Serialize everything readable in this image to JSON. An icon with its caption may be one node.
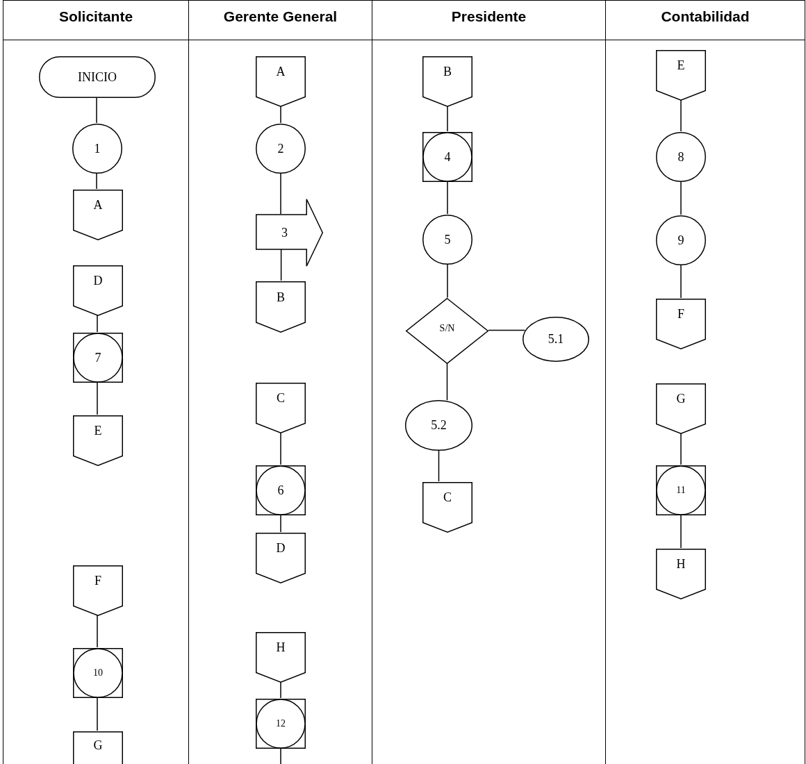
{
  "diagram": {
    "nodes": [
      {
        "text": [
          "Solicitante"
        ]
      },
      {
        "text": [
          "INICIO"
        ],
        "in": 0
      },
      {
        "text": [
          "1"
        ],
        "in": 0
      },
      {
        "text": [
          "A"
        ],
        "in": 0
      },
      {
        "text": [
          "D"
        ],
        "in": 0
      },
      {
        "text": [
          "7"
        ],
        "in": 0
      },
      {
        "text": [
          "E"
        ],
        "in": 0
      },
      {
        "text": [
          "F"
        ],
        "in": 0
      },
      {
        "text": [
          "10"
        ],
        "in": 0
      },
      {
        "text": [
          "G"
        ],
        "in": 0
      },
      {
        "text": [
          "Gerente General"
        ]
      },
      {
        "text": [
          "A"
        ],
        "in": 10
      },
      {
        "text": [
          "2"
        ],
        "in": 10
      },
      {
        "text": [
          "3"
        ],
        "in": 10
      },
      {
        "text": [
          "B"
        ],
        "in": 10
      },
      {
        "text": [
          "C"
        ],
        "in": 10
      },
      {
        "text": [
          "6"
        ],
        "in": 10
      },
      {
        "text": [
          "D"
        ],
        "in": 10
      },
      {
        "text": [
          "H"
        ],
        "in": 10
      },
      {
        "text": [
          "12"
        ],
        "in": 10
      },
      {
        "text": [
          "Presidente"
        ]
      },
      {
        "text": [
          "B"
        ],
        "in": 20
      },
      {
        "text": [
          "4"
        ],
        "in": 20
      },
      {
        "text": [
          "5"
        ],
        "in": 20
      },
      {
        "text": [
          "S/N"
        ],
        "in": 20
      },
      {
        "text": [
          "5.1"
        ],
        "in": 20
      },
      {
        "text": [
          "5.2"
        ],
        "in": 20
      },
      {
        "text": [
          "C"
        ],
        "in": 20
      },
      {
        "text": [
          "Contabilidad"
        ]
      },
      {
        "text": [
          "E"
        ],
        "in": 28
      },
      {
        "text": [
          "8"
        ],
        "in": 28
      },
      {
        "text": [
          "9"
        ],
        "in": 28
      },
      {
        "text": [
          "F"
        ],
        "in": 28
      },
      {
        "text": [
          "G"
        ],
        "in": 28
      },
      {
        "text": [
          "11"
        ],
        "in": 28
      },
      {
        "text": [
          "H"
        ],
        "in": 28
      }
    ],
    "edges": [
      {
        "from": 1,
        "to": 2,
        "arrow": "none"
      },
      {
        "from": 2,
        "to": 3,
        "arrow": "none"
      },
      {
        "from": 4,
        "to": 5,
        "arrow": "none"
      },
      {
        "from": 5,
        "to": 6,
        "arrow": "none"
      },
      {
        "from": 7,
        "to": 8,
        "arrow": "none"
      },
      {
        "from": 8,
        "to": 9,
        "arrow": "none"
      },
      {
        "from": 11,
        "to": 12,
        "arrow": "none"
      },
      {
        "from": 12,
        "to": 13,
        "arrow": "none"
      },
      {
        "from": 13,
        "to": 14,
        "arrow": "none"
      },
      {
        "from": 15,
        "to": 16,
        "arrow": "none"
      },
      {
        "from": 16,
        "to": 17,
        "arrow": "none"
      },
      {
        "from": 18,
        "to": 19,
        "arrow": "none"
      },
      {
        "from": 19,
        "to": null,
        "arrow": "none"
      },
      {
        "from": 21,
        "to": 22,
        "arrow": "none"
      },
      {
        "from": 22,
        "to": 23,
        "arrow": "none"
      },
      {
        "from": 23,
        "to": 24,
        "arrow": "none"
      },
      {
        "from": 24,
        "to": 25,
        "arrow": "none"
      },
      {
        "from": 24,
        "to": 26,
        "arrow": "none"
      },
      {
        "from": 26,
        "to": 27,
        "arrow": "none"
      },
      {
        "from": 29,
        "to": 30,
        "arrow": "none"
      },
      {
        "from": 30,
        "to": 31,
        "arrow": "none"
      },
      {
        "from": 31,
        "to": 32,
        "arrow": "none"
      },
      {
        "from": 33,
        "to": 34,
        "arrow": "none"
      },
      {
        "from": 34,
        "to": 35,
        "arrow": "none"
      }
    ]
  }
}
